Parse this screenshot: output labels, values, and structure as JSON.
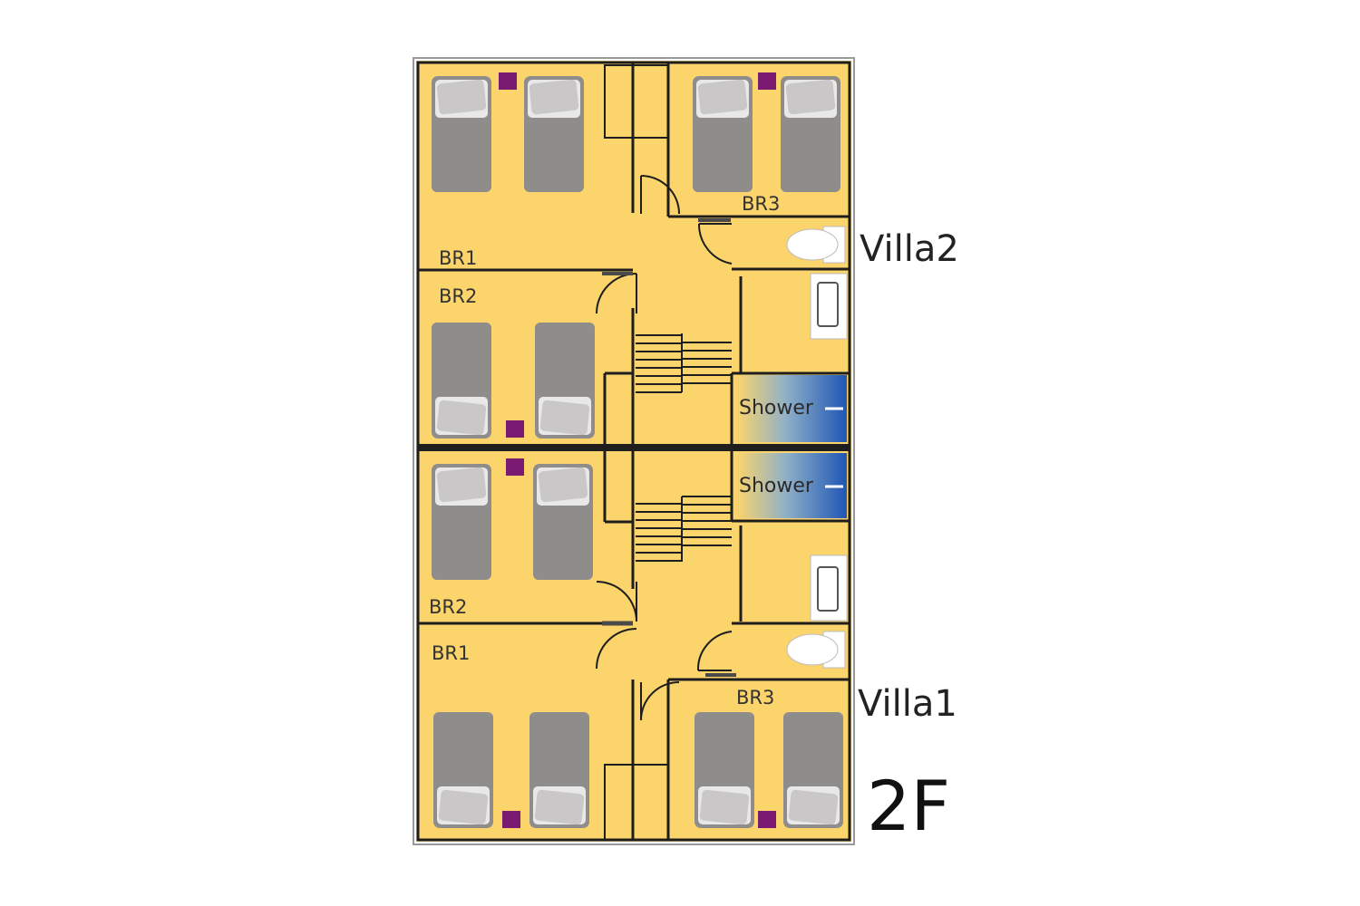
{
  "colors": {
    "floor": "#fcd46c",
    "wall": "#1e1e1e",
    "bed": "#8f8c8c",
    "pillow": "#c9c7c7",
    "nightstand": "#7a1a72",
    "shower_top": "#1f56b4",
    "shower_bottom": "#fcd46c",
    "fixture": "#ffffff"
  },
  "labels": {
    "villa2": "Villa2",
    "villa1": "Villa1",
    "floor": "2F"
  },
  "rooms": {
    "villa2_br1": "BR1",
    "villa2_br2": "BR2",
    "villa2_br3": "BR3",
    "villa2_shower": "Shower",
    "villa1_br1": "BR1",
    "villa1_br2": "BR2",
    "villa1_br3": "BR3",
    "villa1_shower": "Shower"
  },
  "icons": {
    "bed": "bed-icon",
    "nightstand": "nightstand-icon",
    "toilet": "toilet-icon",
    "sink": "sink-icon",
    "stairs": "stairs-icon",
    "door": "door-swing-icon"
  }
}
